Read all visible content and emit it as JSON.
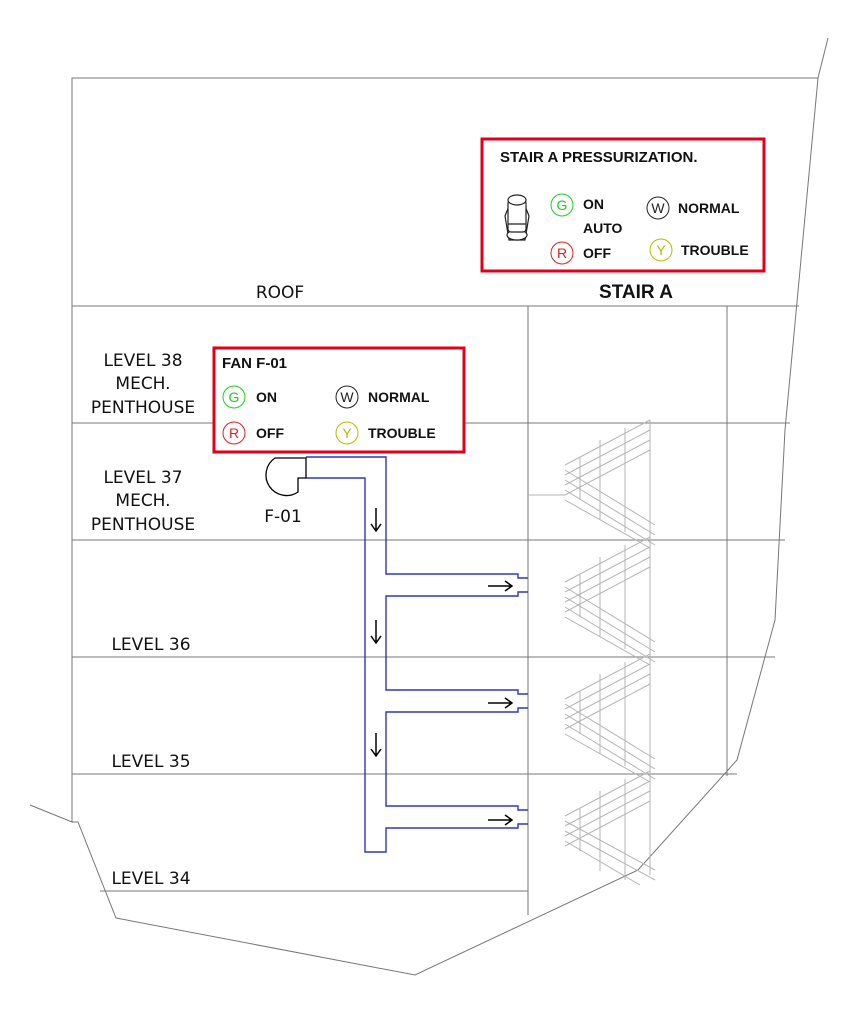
{
  "colors": {
    "panel_border": "#e0001a",
    "duct": "#2d35c8",
    "green": "#22cc22",
    "red": "#e01f1f",
    "yellow": "#b8b800",
    "line": "#777777",
    "stair": "#b4b4b4"
  },
  "stair_panel": {
    "title": "STAIR A PRESSURIZATION.",
    "switch_icon": "selector-switch-icon",
    "g_letter": "G",
    "on_label": "ON",
    "auto_label": "AUTO",
    "r_letter": "R",
    "off_label": "OFF",
    "w_letter": "W",
    "normal_label": "NORMAL",
    "y_letter": "Y",
    "trouble_label": "TROUBLE"
  },
  "fan_panel": {
    "title": "FAN F-01",
    "g_letter": "G",
    "on_label": "ON",
    "w_letter": "W",
    "normal_label": "NORMAL",
    "r_letter": "R",
    "off_label": "OFF",
    "y_letter": "Y",
    "trouble_label": "TROUBLE"
  },
  "labels": {
    "roof": "ROOF",
    "stair": "STAIR A",
    "fan_tag": "F-01"
  },
  "levels": {
    "l38": [
      "LEVEL 38",
      "MECH.",
      "PENTHOUSE"
    ],
    "l37": [
      "LEVEL 37",
      "MECH.",
      "PENTHOUSE"
    ],
    "l36": "LEVEL 36",
    "l35": "LEVEL 35",
    "l34": "LEVEL 34"
  },
  "icons": {
    "fan": "centrifugal-fan-icon",
    "flow_arrow": "arrow-icon"
  }
}
